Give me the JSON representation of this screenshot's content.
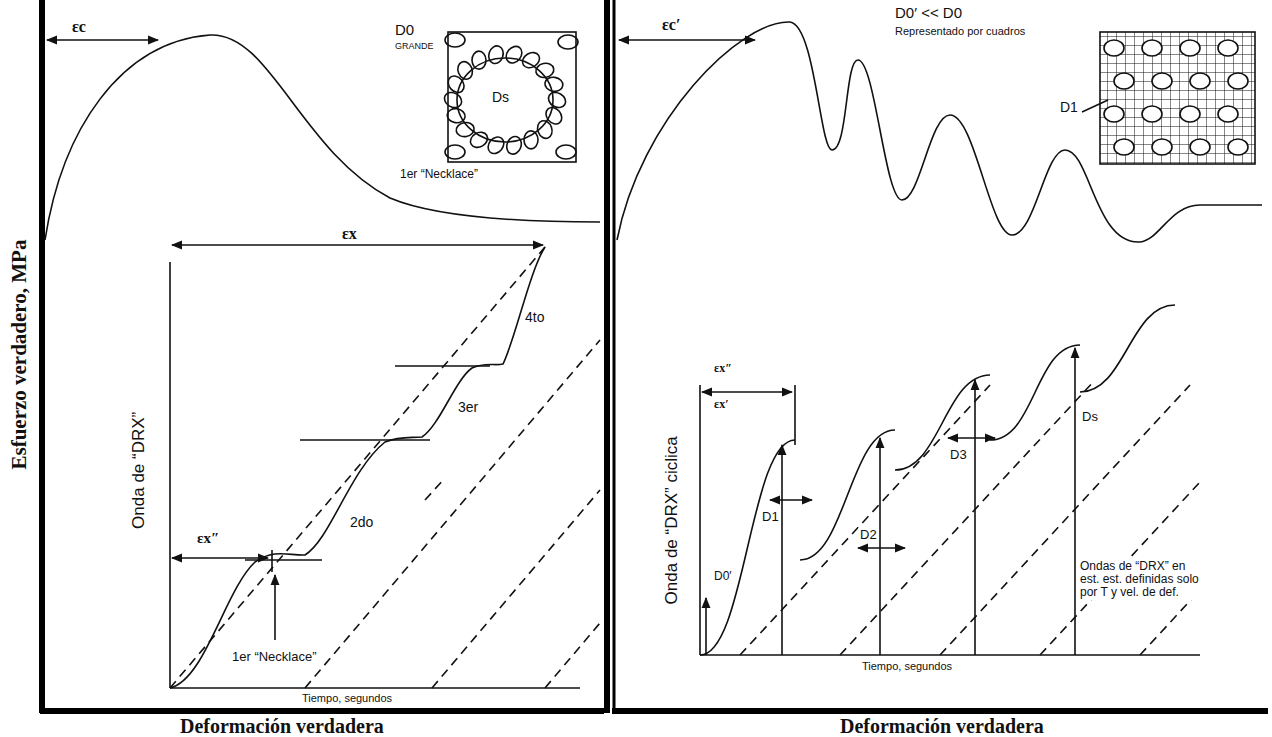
{
  "diagram": {
    "labels": [
      "Esfuerzo verdadero, MPa",
      "εc",
      "D0",
      "GRANDE",
      "Ds",
      "1er “Necklace”",
      "εx",
      "4to",
      "3er",
      "2do",
      "εx″",
      "Onda de “DRX”",
      "1er “Necklace”",
      "Tiempo, segundos",
      "Deformación verdadera",
      "εc′",
      "D0′ << D0",
      "Representado por cuadros",
      "D1",
      "Onda de “DRX” ciclica",
      "εx″",
      "εx′",
      "D1",
      "D2",
      "D3",
      "Ds",
      "D0′",
      "Ondas de “DRX” en est. est. definidas solo por T y vel. de def.",
      "Tiempo, segundos",
      "Deformación verdadera"
    ]
  }
}
